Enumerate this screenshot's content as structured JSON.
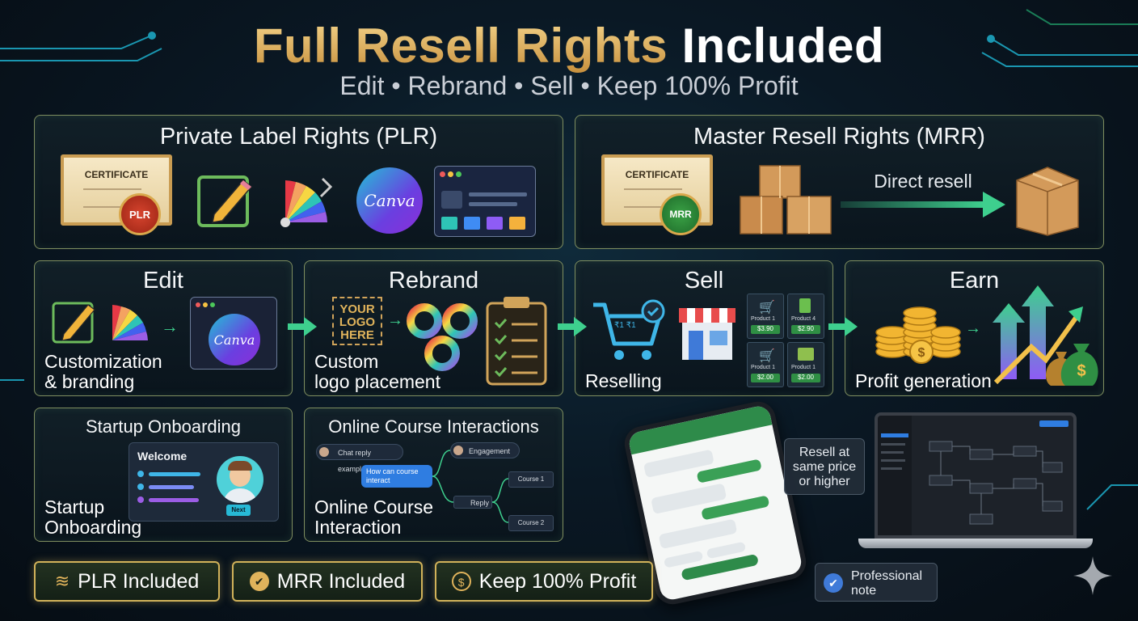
{
  "header": {
    "title_gold": "Full Resell Rights",
    "title_white": "Included",
    "subtitle": "Edit • Rebrand • Sell • Keep 100% Profit"
  },
  "plr": {
    "title": "Private Label Rights (PLR)",
    "certificate_label": "CERTIFICATE",
    "seal_label": "PLR",
    "canva_label": "Canva"
  },
  "mrr": {
    "title": "Master Resell Rights (MRR)",
    "certificate_label": "CERTIFICATE",
    "seal_label": "MRR",
    "arrow_label": "Direct resell"
  },
  "steps": {
    "edit": {
      "title": "Edit",
      "caption_l1": "Customization",
      "caption_l2": "& branding",
      "canva_label": "Canva"
    },
    "rebrand": {
      "title": "Rebrand",
      "logo_l1": "YOUR",
      "logo_l2": "LOGO",
      "logo_l3": "HERE",
      "caption_l1": "Custom",
      "caption_l2": "logo placement"
    },
    "sell": {
      "title": "Sell",
      "caption": "Reselling",
      "cart_num": "₹1 ₹1",
      "products": [
        {
          "name": "Product 1",
          "price": "$3.90"
        },
        {
          "name": "Product 4",
          "price": "$2.90"
        },
        {
          "name": "Product 1",
          "price": "$2.00"
        },
        {
          "name": "Product 1",
          "price": "$2.00"
        }
      ]
    },
    "earn": {
      "title": "Earn",
      "caption": "Profit generation"
    }
  },
  "onboarding": {
    "title": "Startup Onboarding",
    "welcome": "Welcome",
    "next": "Next",
    "caption_l1": "Startup",
    "caption_l2": "Onboarding"
  },
  "course": {
    "title": "Online Course Interactions",
    "chat_examples": "Chat reply examples",
    "engagement": "Engagement",
    "question": "How can course interact",
    "reply": "Reply",
    "course1": "Course 1",
    "course2": "Course 2",
    "caption_l1": "Online Course",
    "caption_l2": "Interaction"
  },
  "resell_note": {
    "l1": "Resell at",
    "l2": "same price",
    "l3": "or higher"
  },
  "pro_note": {
    "l1": "Professional",
    "l2": "note"
  },
  "badges": [
    {
      "label": "PLR Included"
    },
    {
      "label": "MRR Included"
    },
    {
      "label": "Keep 100% Profit"
    }
  ],
  "colors": {
    "gold": "#e0b35b",
    "green": "#3ecf8e",
    "panel_border": "#7f8e5f",
    "badge_border": "#d1b25a"
  }
}
